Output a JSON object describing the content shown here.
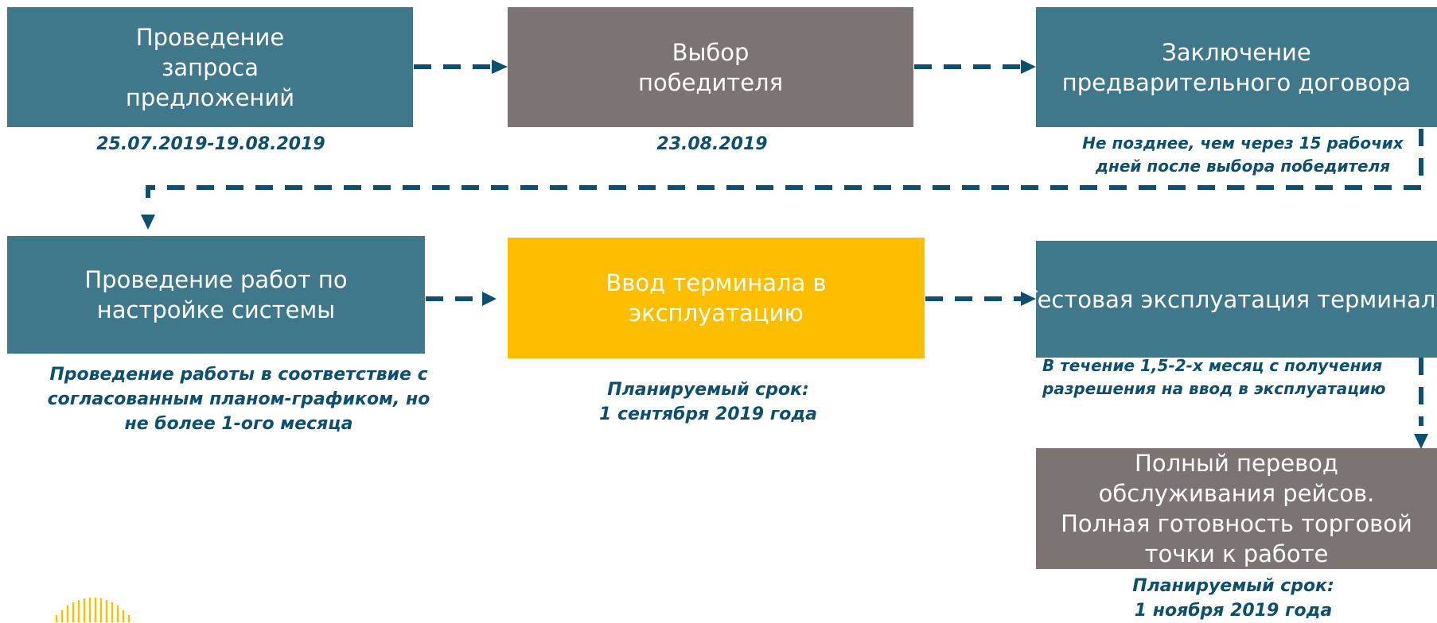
{
  "steps": [
    {
      "label": "Проведение запроса предложений",
      "note": "25.07.2019-19.08.2019"
    },
    {
      "label": "Выбор победителя",
      "note": "23.08.2019"
    },
    {
      "label": "Заключение предварительного договора",
      "note": "Не позднее, чем через 15 рабочих дней после выбора победителя"
    },
    {
      "label": "Проведение работ по настройке системы",
      "note": "Проведение работы в соответствие с согласованным планом-графиком, но не более 1-ого месяца"
    },
    {
      "label": "Ввод терминала в эксплуатацию",
      "note_line1": "Планируемый срок:",
      "note_line2": "1 сентября 2019 года"
    },
    {
      "label": "Тестовая эксплуатация терминала",
      "note": "В течение 1,5-2-х месяц с получения разрешения на ввод в эксплуатацию"
    },
    {
      "label": "Полный перевод обслуживания рейсов. Полная готовность торговой точки к работе",
      "note_line1": "Планируемый срок:",
      "note_line2": "1 ноября 2019 года"
    }
  ],
  "colors": {
    "teal": "#3f788b",
    "grey": "#7c7473",
    "gold": "#fdbe00",
    "arrow": "#0d4f6e",
    "note_text": "#0d4f6e"
  }
}
